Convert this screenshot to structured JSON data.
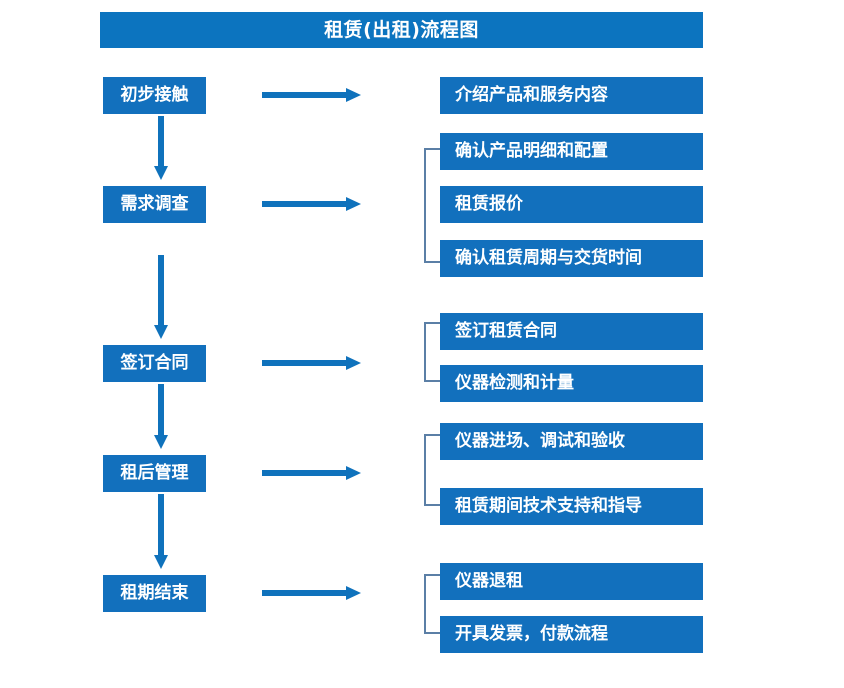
{
  "title": {
    "text": "租赁(出租)流程图"
  },
  "colors": {
    "title_bar": "#0C74BF",
    "box_fill": "#1270BD",
    "box_text": "#FFFFFF",
    "arrow": "#0F72BC",
    "bracket": "#5B7FA6",
    "background": "#FFFFFF"
  },
  "stages": [
    {
      "label": "初步接触"
    },
    {
      "label": "需求调查"
    },
    {
      "label": "签订合同"
    },
    {
      "label": "租后管理"
    },
    {
      "label": "租期结束"
    }
  ],
  "details": [
    {
      "label": "介绍产品和服务内容"
    },
    {
      "label": "确认产品明细和配置"
    },
    {
      "label": "租赁报价"
    },
    {
      "label": "确认租赁周期与交货时间"
    },
    {
      "label": "签订租赁合同"
    },
    {
      "label": "仪器检测和计量"
    },
    {
      "label": "仪器进场、调试和验收"
    },
    {
      "label": "租赁期间技术支持和指导"
    },
    {
      "label": "仪器退租"
    },
    {
      "label": "开具发票，付款流程"
    }
  ],
  "flow_arrows": {
    "horizontal_count": 5,
    "vertical_count": 4
  },
  "brackets": [
    {
      "groups": "确认产品明细和配置 / 租赁报价 / 确认租赁周期与交货时间"
    },
    {
      "groups": "签订租赁合同 / 仪器检测和计量"
    },
    {
      "groups": "仪器进场、调试和验收 / 租赁期间技术支持和指导"
    },
    {
      "groups": "仪器退租 / 开具发票，付款流程"
    }
  ]
}
